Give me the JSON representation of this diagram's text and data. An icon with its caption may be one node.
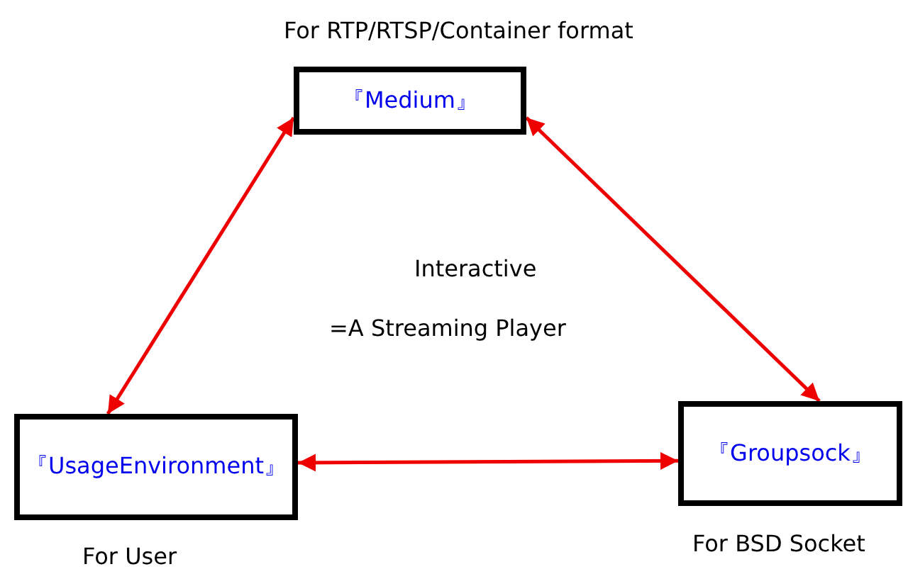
{
  "diagram": {
    "nodes": [
      {
        "text": [
          "『Medium』"
        ],
        "beside": [
          "For RTP/RTSP/Container format"
        ]
      },
      {
        "text": [
          "『UsageEnvironment』"
        ],
        "beside": [
          "For User"
        ]
      },
      {
        "text": [
          "『Groupsock』"
        ],
        "beside": [
          "For BSD Socket"
        ]
      }
    ],
    "edges": [
      {
        "from": 0,
        "to": 1,
        "arrow": "both"
      },
      {
        "from": 0,
        "to": 2,
        "arrow": "both"
      },
      {
        "from": 1,
        "to": 2,
        "arrow": "both"
      }
    ],
    "labels": [
      "Interactive",
      "=A Streaming Player"
    ]
  }
}
